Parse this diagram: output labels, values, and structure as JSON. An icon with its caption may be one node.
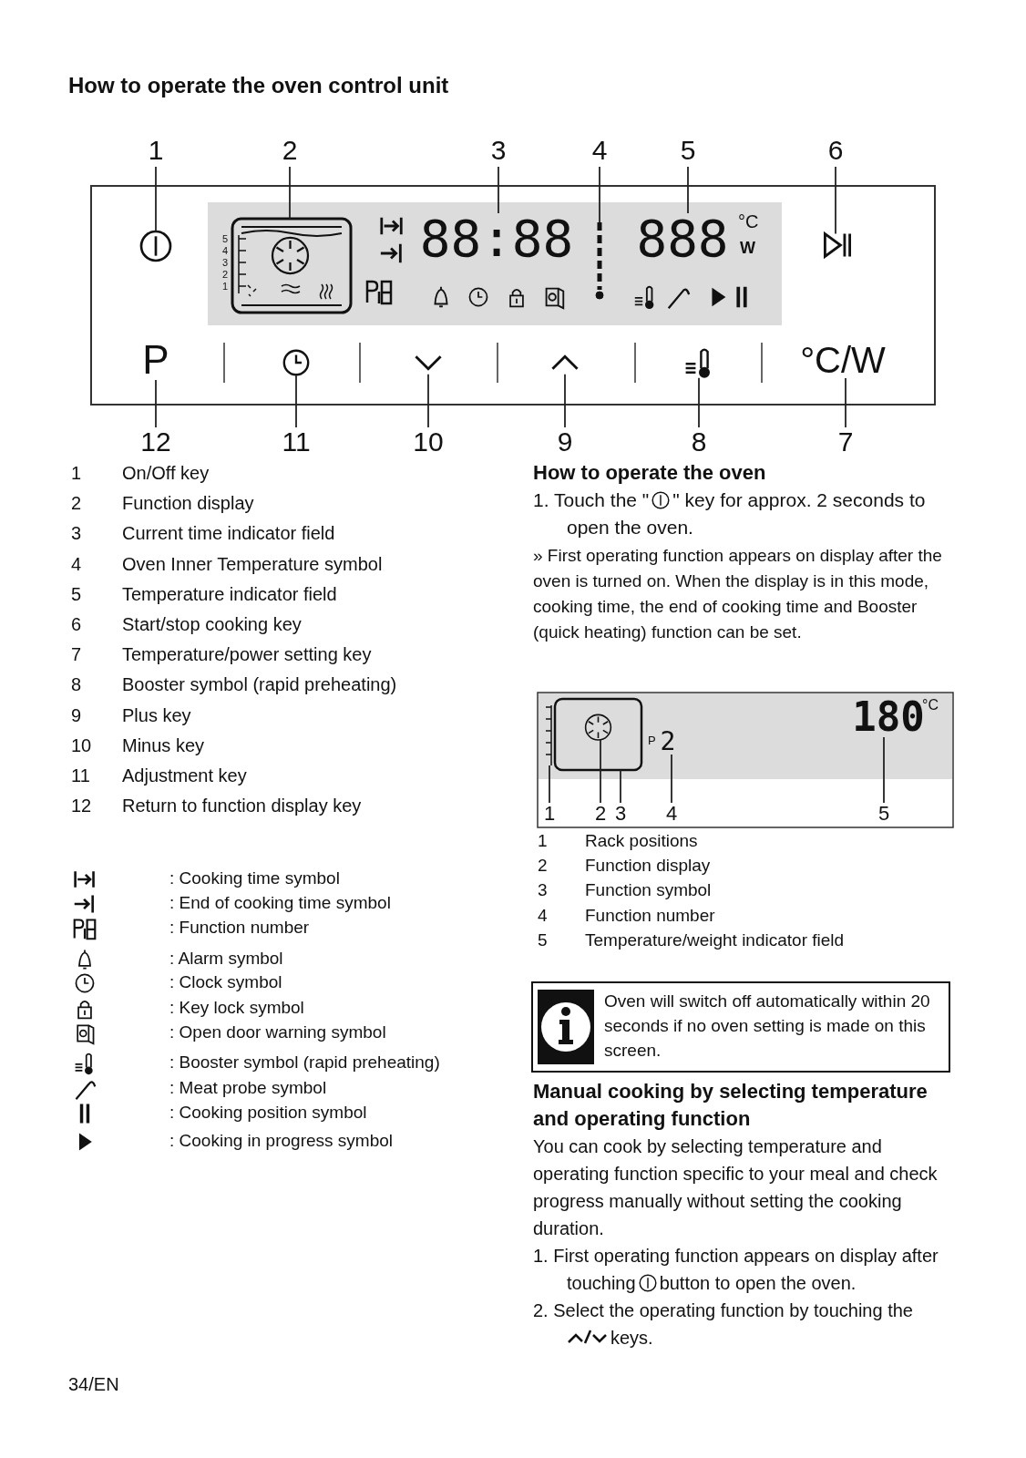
{
  "diagram": {
    "title": "How to operate the oven control unit",
    "nodes": [
      {
        "text": [
          "1"
        ]
      },
      {
        "text": [
          "2"
        ]
      },
      {
        "text": [
          "3"
        ]
      },
      {
        "text": [
          "4"
        ]
      },
      {
        "text": [
          "5"
        ]
      },
      {
        "text": [
          "6"
        ]
      },
      {
        "text": [],
        "shape": "circle"
      },
      {
        "text": [],
        "shape": "box",
        "beside": [
          "5",
          "4",
          "3",
          "2",
          "1"
        ]
      },
      {
        "text": [
          "88:88"
        ]
      },
      {
        "text": [],
        "shape": "bar"
      },
      {
        "text": [
          "888"
        ]
      },
      {
        "text": [],
        "shape": "triangle"
      },
      {
        "text": [
          "P"
        ]
      },
      {
        "text": [],
        "shape": "circle"
      },
      {
        "text": [],
        "shape": "chevron"
      },
      {
        "text": [],
        "shape": "chevron"
      },
      {
        "text": [],
        "shape": "thermometer"
      },
      {
        "text": [
          "°C/W"
        ]
      },
      {
        "text": [
          "12"
        ]
      },
      {
        "text": [
          "11"
        ]
      },
      {
        "text": [
          "10"
        ]
      },
      {
        "text": [
          "9"
        ]
      },
      {
        "text": [
          "8"
        ]
      },
      {
        "text": [
          "7"
        ]
      },
      {
        "text": [
          "1"
        ]
      },
      {
        "text": [
          "2"
        ]
      },
      {
        "text": [
          "3"
        ]
      },
      {
        "text": [
          "4"
        ]
      },
      {
        "text": [
          "5"
        ]
      },
      {
        "text": [],
        "shape": "bar"
      },
      {
        "text": [],
        "shape": "circle",
        "in": 31
      },
      {
        "text": [],
        "shape": "box"
      },
      {
        "text": [
          "2"
        ],
        "beside": [
          "P"
        ]
      },
      {
        "text": [
          "180"
        ]
      },
      {
        "text": [
          "Oven will switch off automatically within 20 seconds if no oven setting is made on this screen."
        ]
      }
    ],
    "edges": [
      {
        "from": 0,
        "to": 6,
        "arrow": "none"
      },
      {
        "from": 1,
        "to": 7,
        "arrow": "none"
      },
      {
        "from": 2,
        "to": 8,
        "arrow": "none"
      },
      {
        "from": 3,
        "to": 9,
        "arrow": "none"
      },
      {
        "from": 4,
        "to": 10,
        "arrow": "none"
      },
      {
        "from": 5,
        "to": 11,
        "arrow": "none"
      },
      {
        "from": 18,
        "to": 12,
        "arrow": "none"
      },
      {
        "from": 19,
        "to": 13,
        "arrow": "none"
      },
      {
        "from": 20,
        "to": 14,
        "arrow": "none"
      },
      {
        "from": 21,
        "to": 15,
        "arrow": "none"
      },
      {
        "from": 22,
        "to": 16,
        "arrow": "none"
      },
      {
        "from": 23,
        "to": 17,
        "arrow": "none"
      },
      {
        "from": 24,
        "to": 29,
        "arrow": "none"
      },
      {
        "from": 25,
        "to": 30,
        "arrow": "none"
      },
      {
        "from": 26,
        "to": 31,
        "arrow": "none"
      },
      {
        "from": 27,
        "to": 32,
        "arrow": "none"
      },
      {
        "from": 28,
        "to": 33,
        "arrow": "none"
      }
    ],
    "labels": [
      "°C",
      "W",
      "1",
      "On/Off key",
      "2",
      "Function display",
      "3",
      "Current time indicator field",
      "4",
      "Oven Inner Temperature symbol",
      "5",
      "Temperature indicator field",
      "6",
      "Start/stop cooking key",
      "7",
      "Temperature/power setting key",
      "8",
      "Booster symbol (rapid preheating)",
      "9",
      "Plus key",
      "10",
      "Minus key",
      "11",
      "Adjustment key",
      "12",
      "Return to function display key",
      "How to operate the oven",
      "1. Touch the \"",
      "\" key for approx. 2 seconds to open the oven.",
      "» First operating function appears on display after the oven is turned on. When the display is in this mode, cooking time, the end of cooking time and Booster (quick heating) function can be set.",
      "°C",
      "1",
      "Rack positions",
      "2",
      "Function display",
      "3",
      "Function symbol",
      "4",
      "Function number",
      "5",
      "Temperature/weight indicator field",
      "Manual cooking by selecting temperature and operating function",
      "You can cook by selecting temperature and operating function specific to your meal and check progress manually without setting the cooking duration.",
      "1. First operating function appears on display after touching",
      "button to open the oven.",
      "2. Select the operating function by touching the",
      "keys.",
      "34/EN"
    ],
    "legend": [
      {
        "text": ": Cooking time symbol"
      },
      {
        "text": ": End of cooking time symbol"
      },
      {
        "text": ": Function number"
      },
      {
        "text": ": Alarm symbol"
      },
      {
        "text": ": Clock symbol"
      },
      {
        "text": ": Key lock symbol"
      },
      {
        "text": ": Open door warning symbol"
      },
      {
        "text": ": Booster symbol (rapid preheating)"
      },
      {
        "text": ": Meat probe symbol"
      },
      {
        "text": ": Cooking position symbol"
      },
      {
        "text": ": Cooking in progress symbol"
      }
    ]
  }
}
